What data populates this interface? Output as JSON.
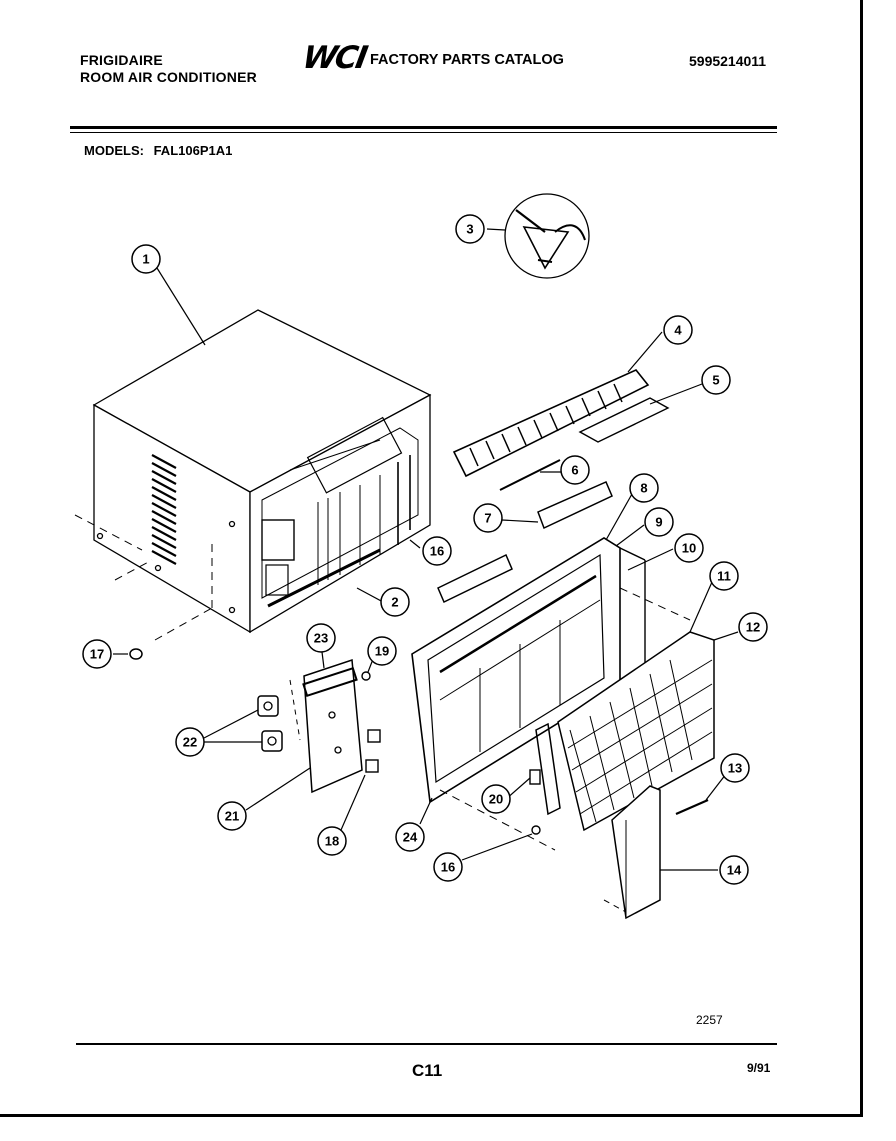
{
  "header": {
    "brand": "FRIGIDAIRE",
    "product": "ROOM AIR CONDITIONER",
    "logo_text": "WCI",
    "catalog_title": "FACTORY PARTS CATALOG",
    "part_number": "5995214011"
  },
  "models": {
    "label": "MODELS:",
    "value": "FAL106P1A1"
  },
  "callouts": {
    "c1": "1",
    "c2": "2",
    "c3": "3",
    "c4": "4",
    "c5": "5",
    "c6": "6",
    "c7": "7",
    "c8": "8",
    "c9": "9",
    "c10": "10",
    "c11": "11",
    "c12": "12",
    "c13": "13",
    "c14": "14",
    "c16a": "16",
    "c16b": "16",
    "c17": "17",
    "c18": "18",
    "c19": "19",
    "c20": "20",
    "c21": "21",
    "c22": "22",
    "c23": "23",
    "c24": "24"
  },
  "footer": {
    "figure_number": "2257",
    "page": "C11",
    "date": "9/91"
  }
}
